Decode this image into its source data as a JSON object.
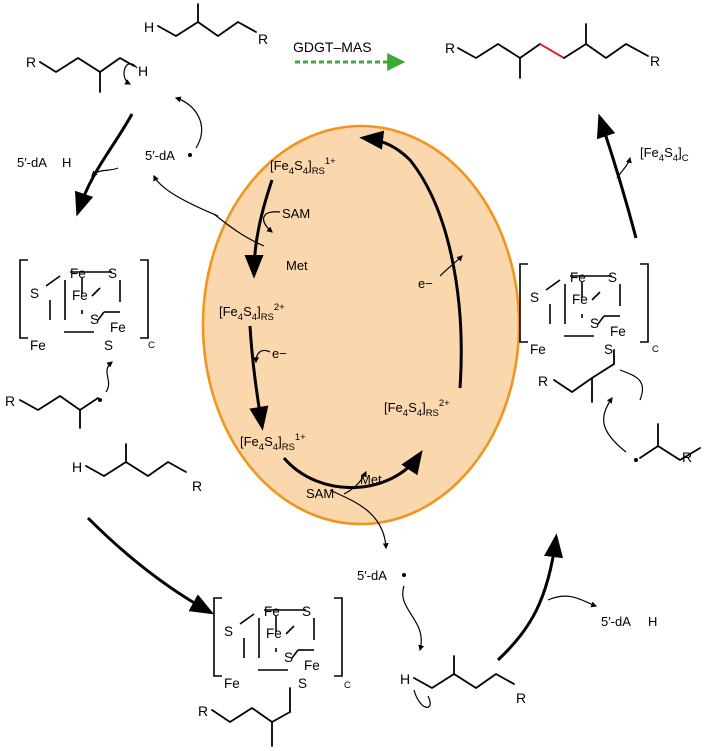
{
  "colors": {
    "ellipse_fill": "#fbd7ad",
    "ellipse_stroke": "#f0951e",
    "red": "#e0242b",
    "blue": "#2a86c9",
    "green": "#3aaa35"
  },
  "top": {
    "enzyme": "GDGT–MAS",
    "r": "R"
  },
  "atoms": {
    "r": "R",
    "h": "H"
  },
  "radical": {
    "dA": "5′-dA",
    "dAH": "5′-dA",
    "h": "H"
  },
  "cluster": {
    "fe": "Fe",
    "s": "S",
    "bracket_sub": "C"
  },
  "inner": {
    "fe4s4_a": "[Fe",
    "fe4s4_b": "S",
    "fe4s4_c": "]",
    "rs": "RS",
    "ox_1": "1+",
    "ox_2": "2+",
    "sam": "SAM",
    "met": "Met",
    "e": "e−"
  },
  "fec": {
    "a": "[Fe",
    "b": "S",
    "c": "]",
    "sub": "C"
  }
}
